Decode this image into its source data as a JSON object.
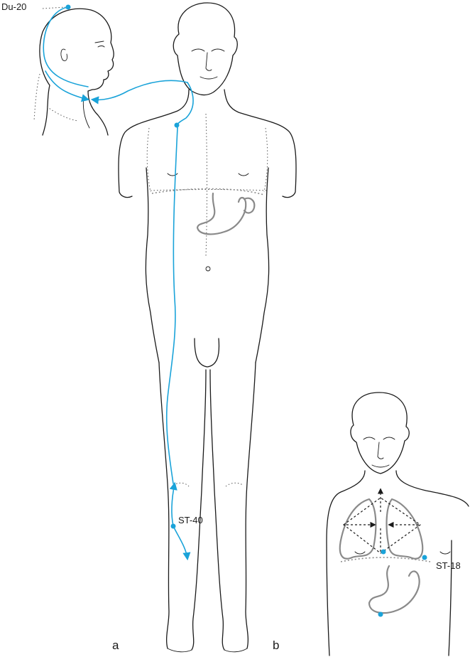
{
  "colors": {
    "meridian": "#1aa3d9",
    "ink": "#1a1a1a",
    "organ": "#8a8a8a"
  },
  "labels": {
    "du20": "Du-20",
    "st40": "ST-40",
    "st18": "ST-18",
    "panel_a": "a",
    "panel_b": "b"
  },
  "icons": [
    "body-figure",
    "head-profile",
    "torso-figure",
    "stomach",
    "lungs",
    "meridian-line",
    "acupoint-dot",
    "arrow"
  ]
}
